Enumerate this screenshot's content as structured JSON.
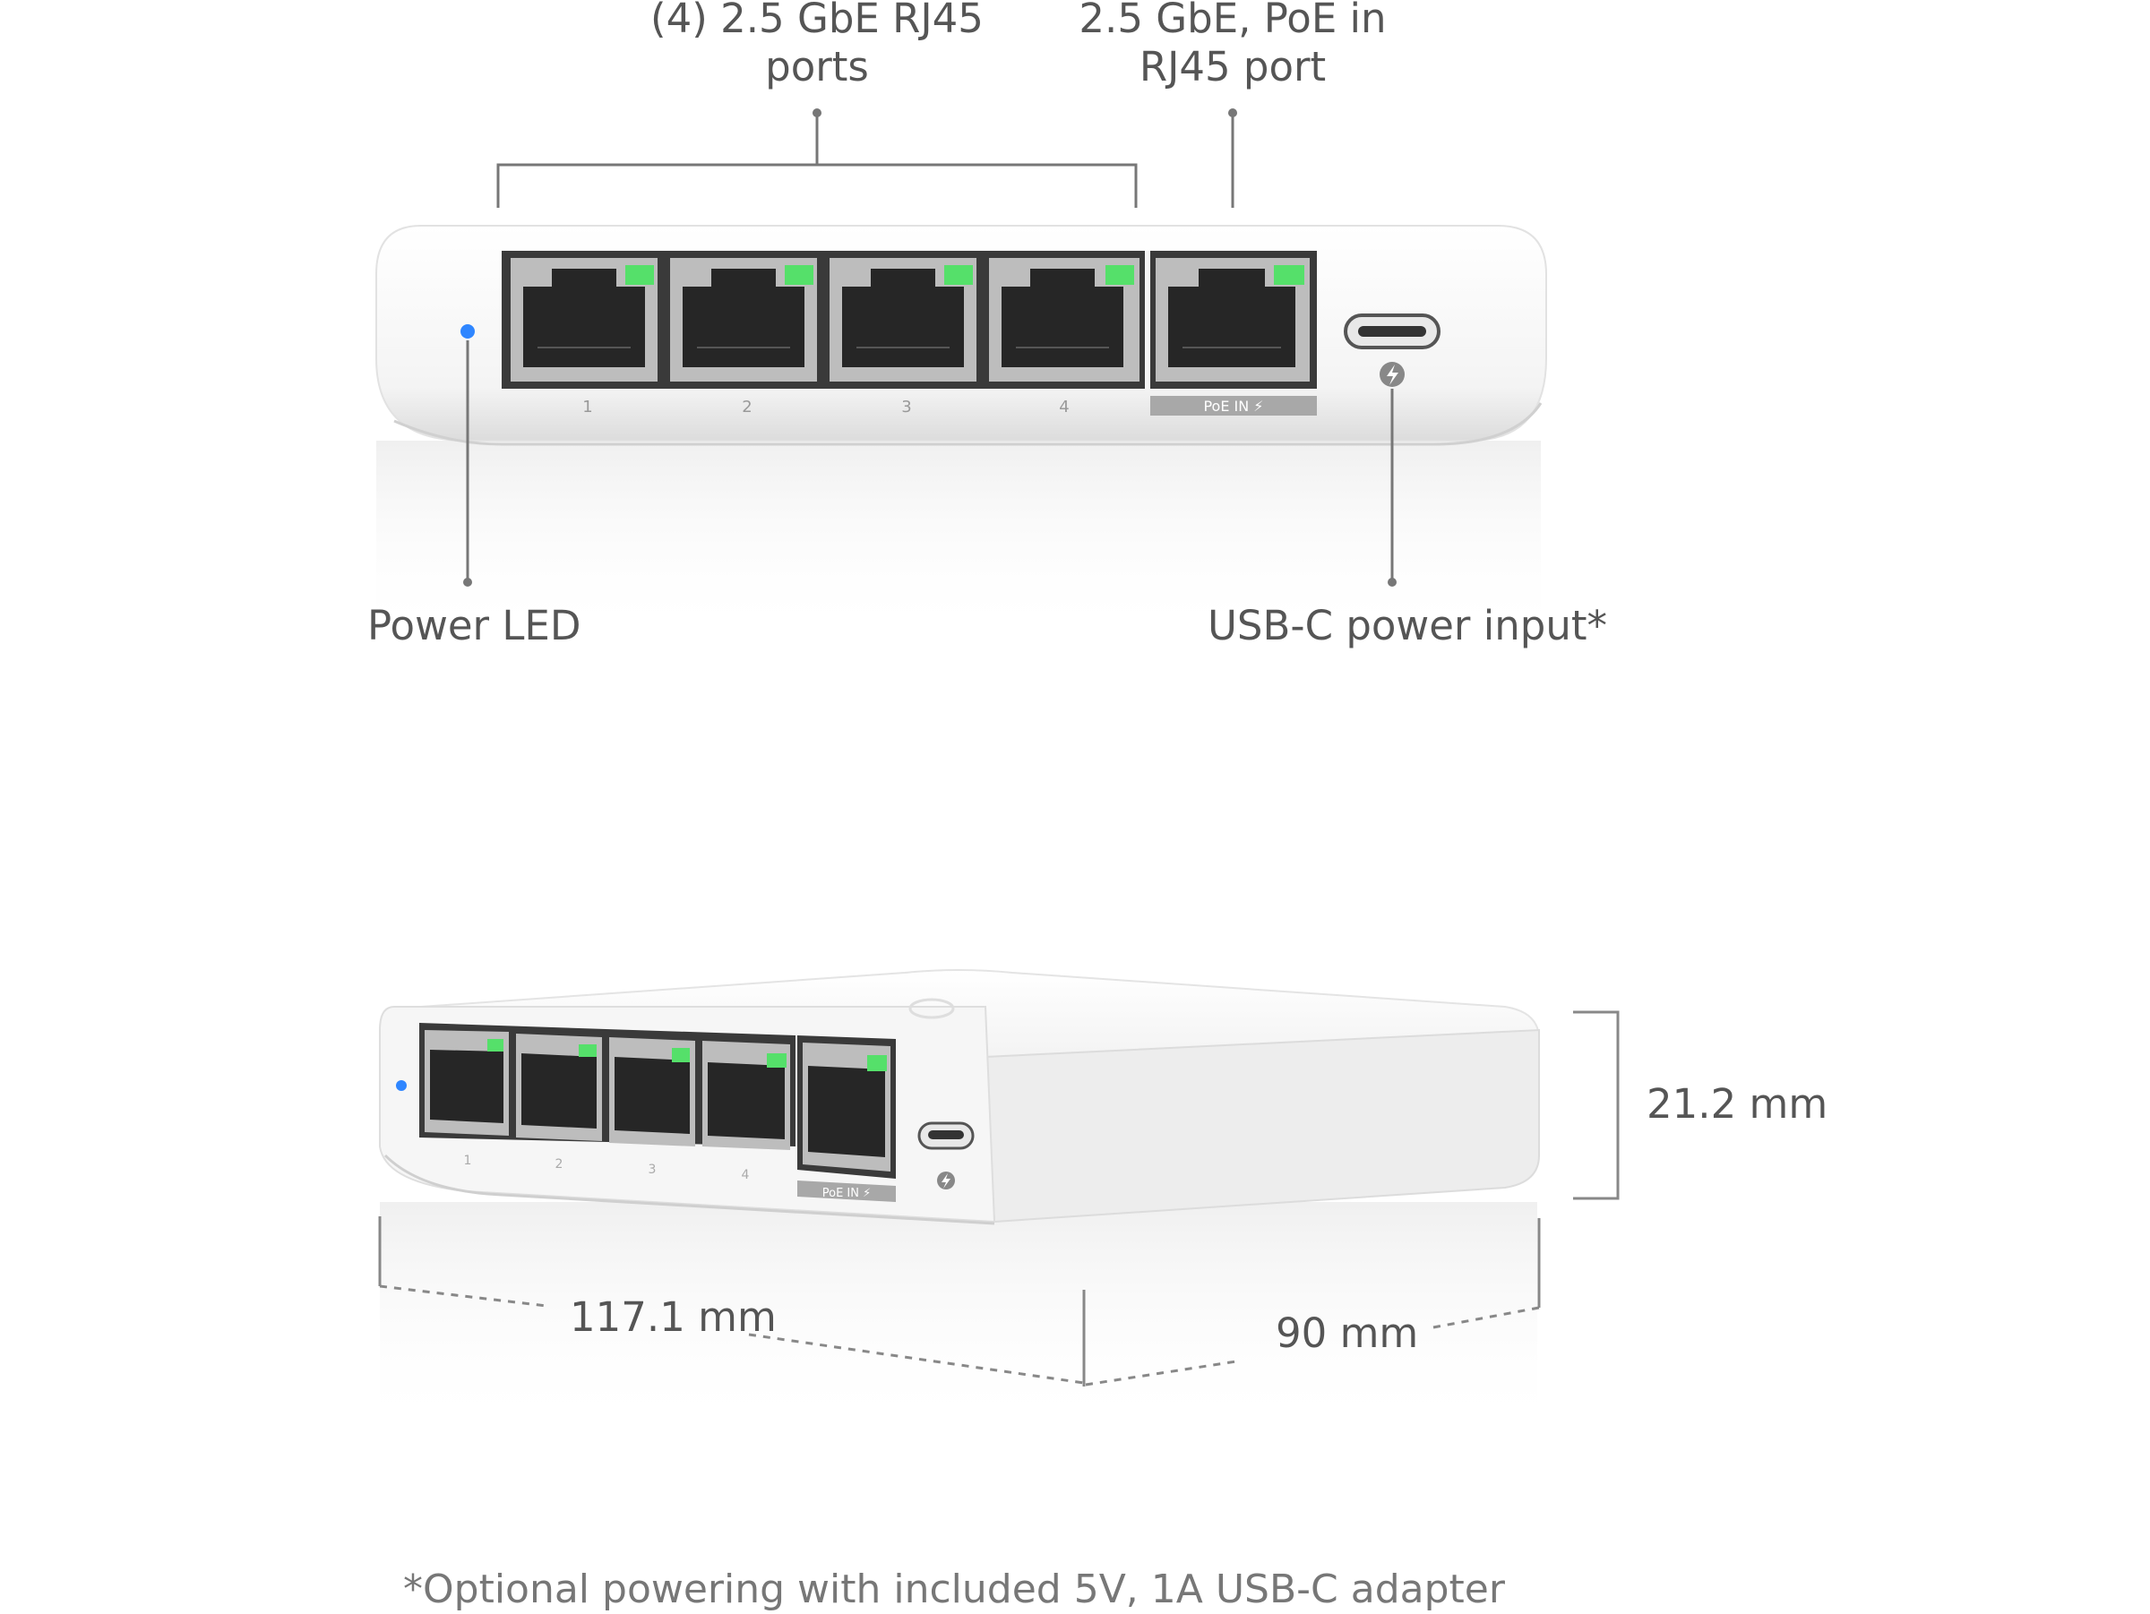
{
  "front_view": {
    "callouts": {
      "lan_ports": "(4) 2.5 GbE RJ45\nports",
      "lan_ports_line1": "(4) 2.5 GbE RJ45",
      "lan_ports_line2": "ports",
      "poe_port_line1": "2.5 GbE, PoE in",
      "poe_port_line2": "RJ45 port",
      "power_led": "Power LED",
      "usbc_input": "USB-C power input*"
    },
    "port_numbers": [
      "1",
      "2",
      "3",
      "4"
    ],
    "poe_badge": "PoE IN ⚡"
  },
  "perspective_view": {
    "dimensions": {
      "height": "21.2 mm",
      "width": "117.1 mm",
      "depth": "90 mm"
    },
    "port_numbers": [
      "1",
      "2",
      "3",
      "4"
    ],
    "poe_badge": "PoE IN ⚡"
  },
  "footnote": "*Optional powering with included 5V, 1A USB-C adapter",
  "colors": {
    "body": "#f7f7f7",
    "port_bezel": "#8a8a8a",
    "port_jack": "#2b2b2b",
    "link_led": "#55e06a",
    "power_led": "#2f86ff",
    "leader_line": "#777777"
  }
}
